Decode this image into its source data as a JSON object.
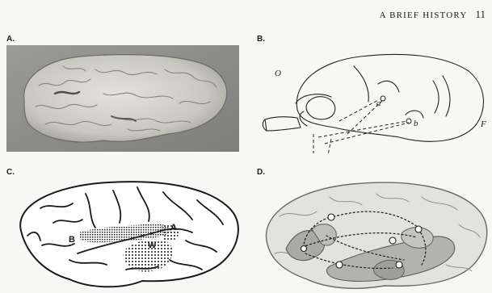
{
  "running_head": {
    "title": "A BRIEF HISTORY",
    "page_number": "11"
  },
  "panels": {
    "a": {
      "label": "A."
    },
    "b": {
      "label": "B.",
      "marks": {
        "o": "O",
        "a": "a",
        "b": "b",
        "f": "F"
      }
    },
    "c": {
      "label": "C.",
      "marks": {
        "b": "B",
        "a": "A",
        "w": "W"
      }
    },
    "d": {
      "label": "D."
    }
  }
}
